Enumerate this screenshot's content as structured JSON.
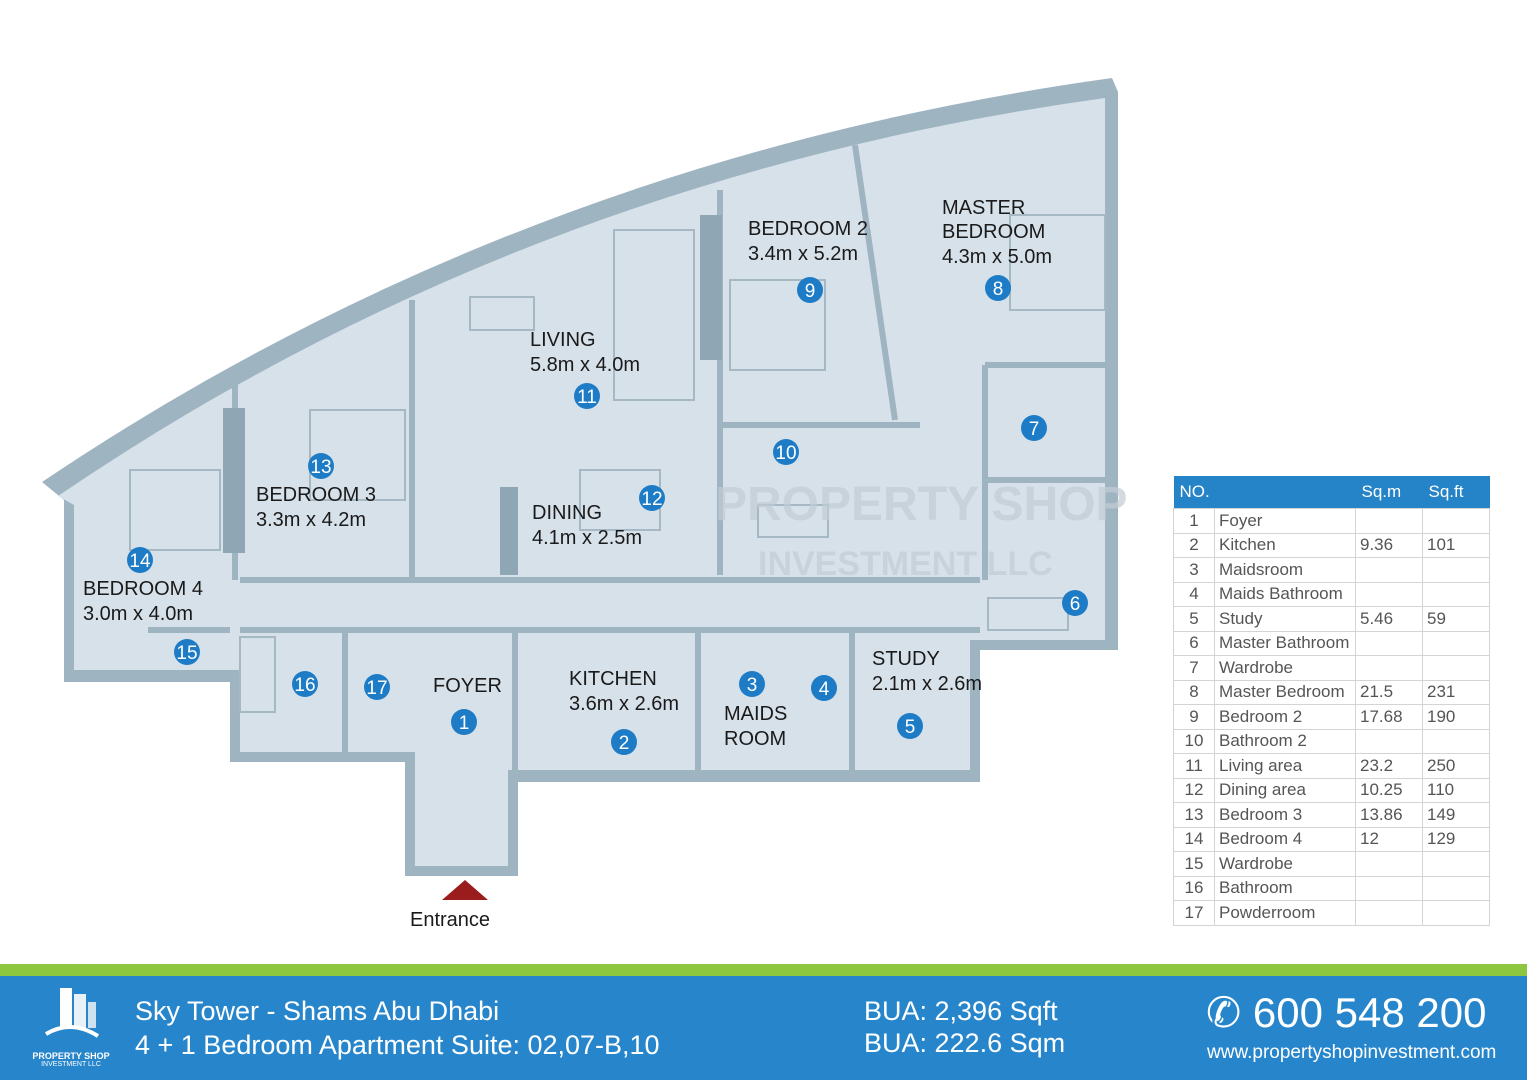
{
  "plan": {
    "rooms": {
      "master_bedroom": {
        "name1": "MASTER",
        "name2": "BEDROOM",
        "size": "4.3m x 5.0m"
      },
      "bedroom2": {
        "name": "BEDROOM 2",
        "size": "3.4m x 5.2m"
      },
      "living": {
        "name": "LIVING",
        "size": "5.8m x 4.0m"
      },
      "dining": {
        "name": "DINING",
        "size": "4.1m x 2.5m"
      },
      "bedroom3": {
        "name": "BEDROOM 3",
        "size": "3.3m x 4.2m"
      },
      "bedroom4": {
        "name": "BEDROOM 4",
        "size": "3.0m x 4.0m"
      },
      "foyer": {
        "name": "FOYER"
      },
      "kitchen": {
        "name": "KITCHEN",
        "size": "3.6m x 2.6m"
      },
      "maids": {
        "name1": "MAIDS",
        "name2": "ROOM"
      },
      "study": {
        "name": "STUDY",
        "size": "2.1m x 2.6m"
      }
    },
    "entrance": "Entrance",
    "markers": [
      "1",
      "2",
      "3",
      "4",
      "5",
      "6",
      "7",
      "8",
      "9",
      "10",
      "11",
      "12",
      "13",
      "14",
      "15",
      "16",
      "17"
    ],
    "watermark": {
      "line1": "PROPERTY SHOP",
      "line2": "INVESTMENT LLC"
    }
  },
  "table": {
    "headers": [
      "NO.",
      "Sq.m",
      "Sq.ft"
    ],
    "rows": [
      {
        "no": "1",
        "name": "Foyer",
        "sqm": "",
        "sqft": ""
      },
      {
        "no": "2",
        "name": "Kitchen",
        "sqm": "9.36",
        "sqft": "101"
      },
      {
        "no": "3",
        "name": "Maidsroom",
        "sqm": "",
        "sqft": ""
      },
      {
        "no": "4",
        "name": "Maids Bathroom",
        "sqm": "",
        "sqft": ""
      },
      {
        "no": "5",
        "name": "Study",
        "sqm": "5.46",
        "sqft": "59"
      },
      {
        "no": "6",
        "name": "Master Bathroom",
        "sqm": "",
        "sqft": ""
      },
      {
        "no": "7",
        "name": "Wardrobe",
        "sqm": "",
        "sqft": ""
      },
      {
        "no": "8",
        "name": "Master Bedroom",
        "sqm": "21.5",
        "sqft": "231"
      },
      {
        "no": "9",
        "name": "Bedroom 2",
        "sqm": "17.68",
        "sqft": "190"
      },
      {
        "no": "10",
        "name": "Bathroom 2",
        "sqm": "",
        "sqft": ""
      },
      {
        "no": "11",
        "name": "Living area",
        "sqm": "23.2",
        "sqft": "250"
      },
      {
        "no": "12",
        "name": "Dining area",
        "sqm": "10.25",
        "sqft": "110"
      },
      {
        "no": "13",
        "name": "Bedroom 3",
        "sqm": "13.86",
        "sqft": "149"
      },
      {
        "no": "14",
        "name": "Bedroom 4",
        "sqm": "12",
        "sqft": "129"
      },
      {
        "no": "15",
        "name": "Wardrobe",
        "sqm": "",
        "sqft": ""
      },
      {
        "no": "16",
        "name": "Bathroom",
        "sqm": "",
        "sqft": ""
      },
      {
        "no": "17",
        "name": "Powderroom",
        "sqm": "",
        "sqft": ""
      }
    ]
  },
  "footer": {
    "logo_line1": "PROPERTY SHOP",
    "logo_line2": "INVESTMENT LLC",
    "title": "Sky Tower - Shams Abu Dhabi",
    "subtitle": "4 + 1 Bedroom Apartment Suite: 02,07-B,10",
    "bua_sqft": "BUA: 2,396 Sqft",
    "bua_sqm": "BUA: 222.6 Sqm",
    "phone": "600 548 200",
    "website": "www.propertyshopinvestment.com"
  },
  "colors": {
    "accent": "#2786cb",
    "green": "#8dc63f",
    "floor": "#d7e1ea",
    "wall": "#9fb4c1",
    "marker": "#1d7cc5",
    "entrance": "#9b1c1c"
  }
}
